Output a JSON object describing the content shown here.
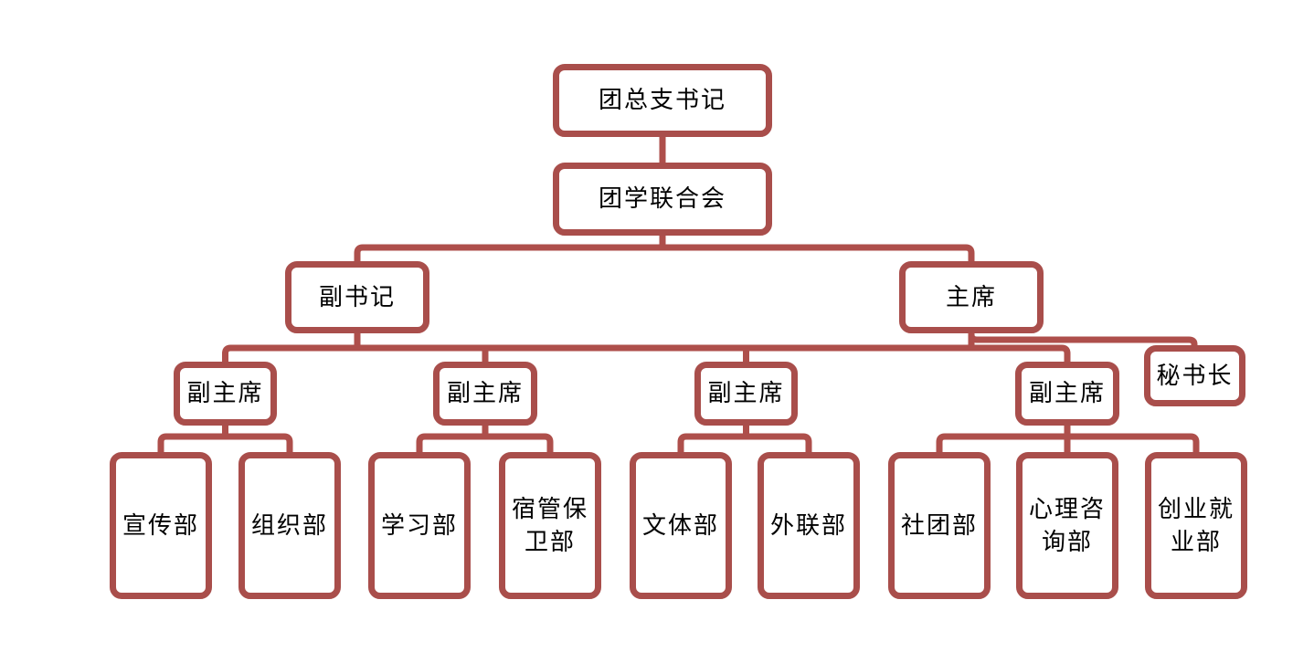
{
  "diagram": {
    "type": "org-chart",
    "title": "",
    "colors": {
      "node_border": "#A94E4B",
      "connector": "#AE4F4B",
      "node_fill": "#FFFFFF",
      "text": "#000000",
      "background": "#FFFFFF"
    },
    "nodes": [
      {
        "id": "league-general-branch-secretary",
        "label": "团总支书记",
        "level": 1
      },
      {
        "id": "league-student-union",
        "label": "团学联合会",
        "level": 2
      },
      {
        "id": "deputy-secretary",
        "label": "副书记",
        "level": 3
      },
      {
        "id": "chairman",
        "label": "主席",
        "level": 3
      },
      {
        "id": "vice-chairman-1",
        "label": "副主席",
        "level": 4
      },
      {
        "id": "vice-chairman-2",
        "label": "副主席",
        "level": 4
      },
      {
        "id": "vice-chairman-3",
        "label": "副主席",
        "level": 4
      },
      {
        "id": "vice-chairman-4",
        "label": "副主席",
        "level": 4
      },
      {
        "id": "secretary-general",
        "label": "秘书长",
        "level": 4
      },
      {
        "id": "propaganda-dept",
        "label": "宣传部",
        "level": 5
      },
      {
        "id": "organization-dept",
        "label": "组织部",
        "level": 5
      },
      {
        "id": "study-dept",
        "label": "学习部",
        "level": 5
      },
      {
        "id": "dorm-security-dept",
        "label": "宿管保卫部",
        "level": 5
      },
      {
        "id": "culture-sports-dept",
        "label": "文体部",
        "level": 5
      },
      {
        "id": "external-relations-dept",
        "label": "外联部",
        "level": 5
      },
      {
        "id": "clubs-dept",
        "label": "社团部",
        "level": 5
      },
      {
        "id": "psych-counseling-dept",
        "label": "心理咨询部",
        "level": 5
      },
      {
        "id": "entrepreneurship-employment-dept",
        "label": "创业就业部",
        "level": 5
      }
    ],
    "edges": [
      {
        "from": "league-general-branch-secretary",
        "to": "league-student-union"
      },
      {
        "from": "league-student-union",
        "to": "deputy-secretary"
      },
      {
        "from": "league-student-union",
        "to": "chairman"
      },
      {
        "from": "deputy-secretary",
        "to": "vice-chairman-1"
      },
      {
        "from": "deputy-secretary",
        "to": "vice-chairman-2"
      },
      {
        "from": "chairman",
        "to": "vice-chairman-3"
      },
      {
        "from": "chairman",
        "to": "vice-chairman-4"
      },
      {
        "from": "chairman",
        "to": "secretary-general"
      },
      {
        "from": "vice-chairman-1",
        "to": "propaganda-dept"
      },
      {
        "from": "vice-chairman-1",
        "to": "organization-dept"
      },
      {
        "from": "vice-chairman-2",
        "to": "study-dept"
      },
      {
        "from": "vice-chairman-2",
        "to": "dorm-security-dept"
      },
      {
        "from": "vice-chairman-3",
        "to": "culture-sports-dept"
      },
      {
        "from": "vice-chairman-3",
        "to": "external-relations-dept"
      },
      {
        "from": "vice-chairman-4",
        "to": "clubs-dept"
      },
      {
        "from": "vice-chairman-4",
        "to": "psych-counseling-dept"
      },
      {
        "from": "vice-chairman-4",
        "to": "entrepreneurship-employment-dept"
      }
    ]
  }
}
